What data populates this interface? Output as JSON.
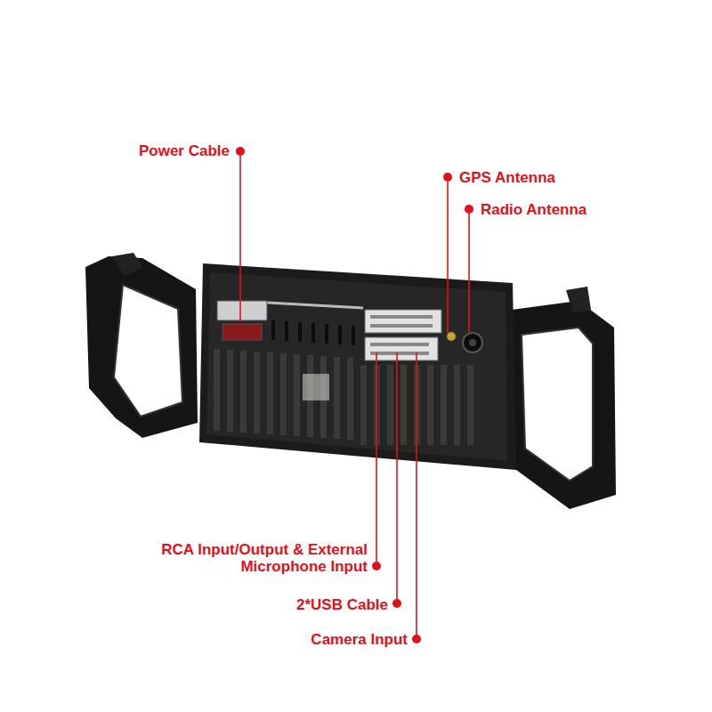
{
  "diagram": {
    "labels": [
      "Power Cable",
      "GPS Antenna",
      "Radio Antenna",
      "RCA Input/Output & External Microphone Input",
      "2*USB Cable",
      "Camera Input"
    ]
  }
}
